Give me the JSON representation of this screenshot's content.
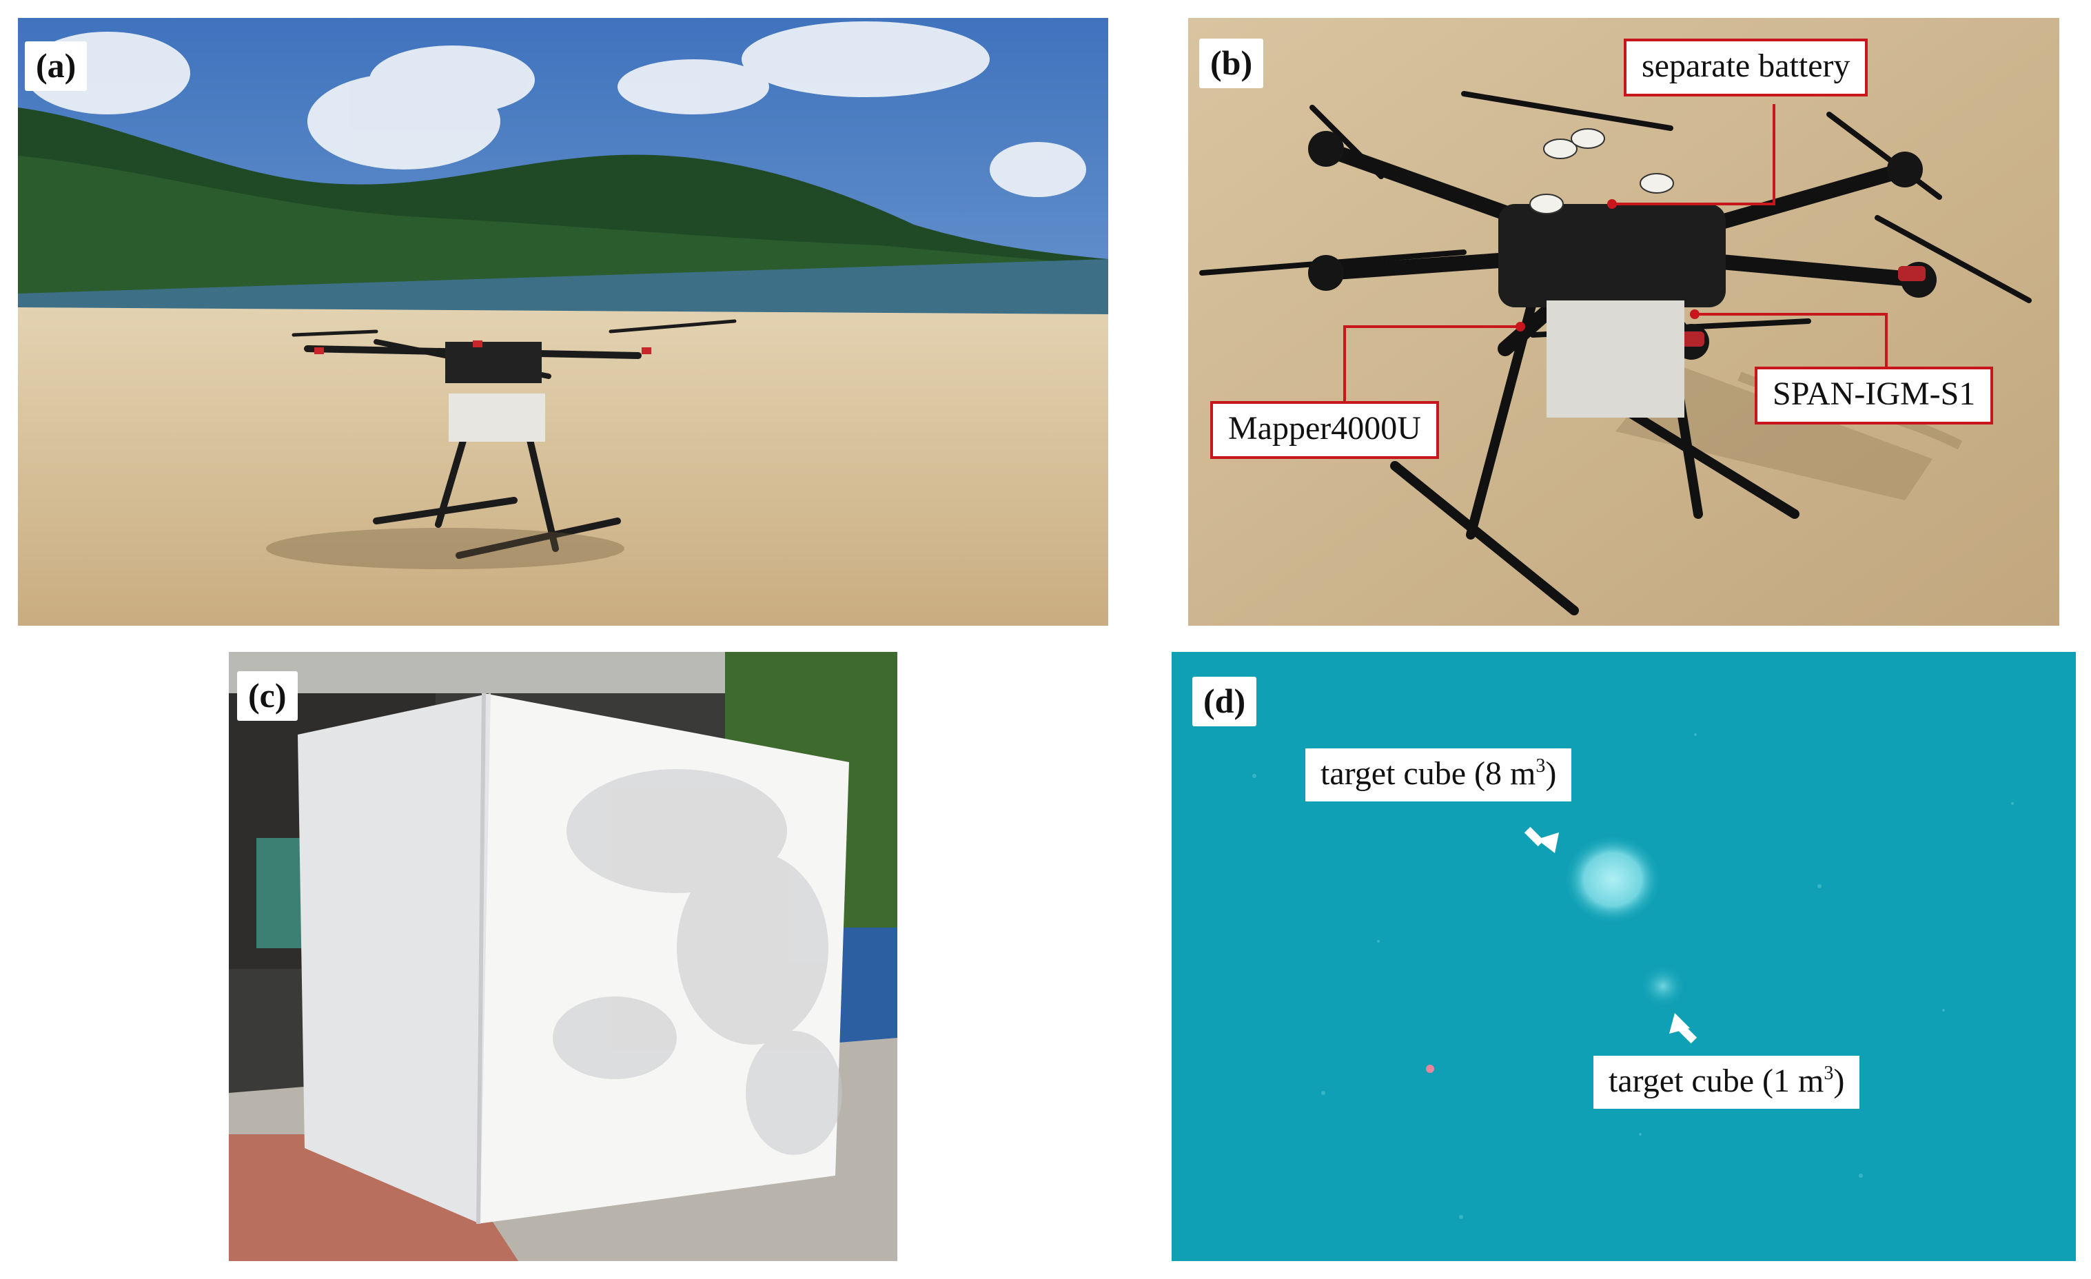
{
  "panels": {
    "a": {
      "label": "(a)"
    },
    "b": {
      "label": "(b)",
      "annotations": {
        "separate_battery": "separate battery",
        "mapper": "Mapper4000U",
        "span": "SPAN-IGM-S1"
      }
    },
    "c": {
      "label": "(c)"
    },
    "d": {
      "label": "(d)",
      "annotations": {
        "cube_large_prefix": "target cube (8 m",
        "cube_large_sup": "3",
        "cube_large_suffix": ")",
        "cube_small_prefix": "target cube (1 m",
        "cube_small_sup": "3",
        "cube_small_suffix": ")"
      }
    }
  },
  "colors": {
    "callout_border": "#c8161d",
    "sea_teal": "#10a3b8",
    "sand": "#d6c09a",
    "sky": "#4f7fc4"
  }
}
